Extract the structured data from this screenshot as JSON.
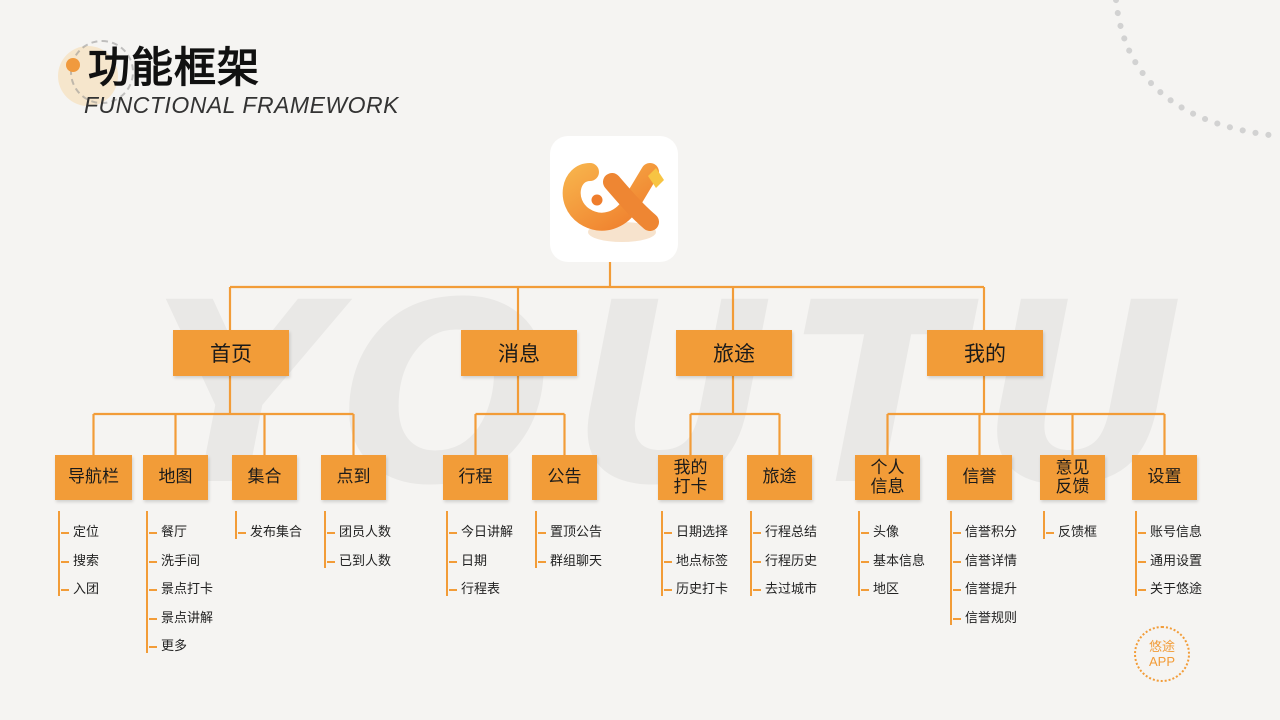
{
  "title": {
    "main": "功能框架",
    "sub": "FUNCTIONAL FRAMEWORK"
  },
  "watermark": "YOUTU",
  "logo": {
    "icon": "app-logo-icon"
  },
  "categories": [
    {
      "label": "首页",
      "subs": [
        {
          "label": "导航栏",
          "items": [
            "定位",
            "搜索",
            "入团"
          ]
        },
        {
          "label": "地图",
          "items": [
            "餐厅",
            "洗手间",
            "景点打卡",
            "景点讲解",
            "更多"
          ]
        },
        {
          "label": "集合",
          "items": [
            "发布集合"
          ]
        },
        {
          "label": "点到",
          "items": [
            "团员人数",
            "已到人数"
          ]
        }
      ]
    },
    {
      "label": "消息",
      "subs": [
        {
          "label": "行程",
          "items": [
            "今日讲解",
            "日期",
            "行程表"
          ]
        },
        {
          "label": "公告",
          "items": [
            "置顶公告",
            "群组聊天"
          ]
        }
      ]
    },
    {
      "label": "旅途",
      "subs": [
        {
          "label": "我的\n打卡",
          "items": [
            "日期选择",
            "地点标签",
            "历史打卡"
          ]
        },
        {
          "label": "旅途",
          "items": [
            "行程总结",
            "行程历史",
            "去过城市"
          ]
        }
      ]
    },
    {
      "label": "我的",
      "subs": [
        {
          "label": "个人\n信息",
          "items": [
            "头像",
            "基本信息",
            "地区"
          ]
        },
        {
          "label": "信誉",
          "items": [
            "信誉积分",
            "信誉详情",
            "信誉提升",
            "信誉规则"
          ]
        },
        {
          "label": "意见\n反馈",
          "items": [
            "反馈框"
          ]
        },
        {
          "label": "设置",
          "items": [
            "账号信息",
            "通用设置",
            "关于悠途"
          ]
        }
      ]
    }
  ],
  "stamp": {
    "line1": "悠途",
    "line2": "APP"
  },
  "colors": {
    "accent": "#f29c38",
    "background": "#f5f4f2",
    "text": "#222222"
  }
}
